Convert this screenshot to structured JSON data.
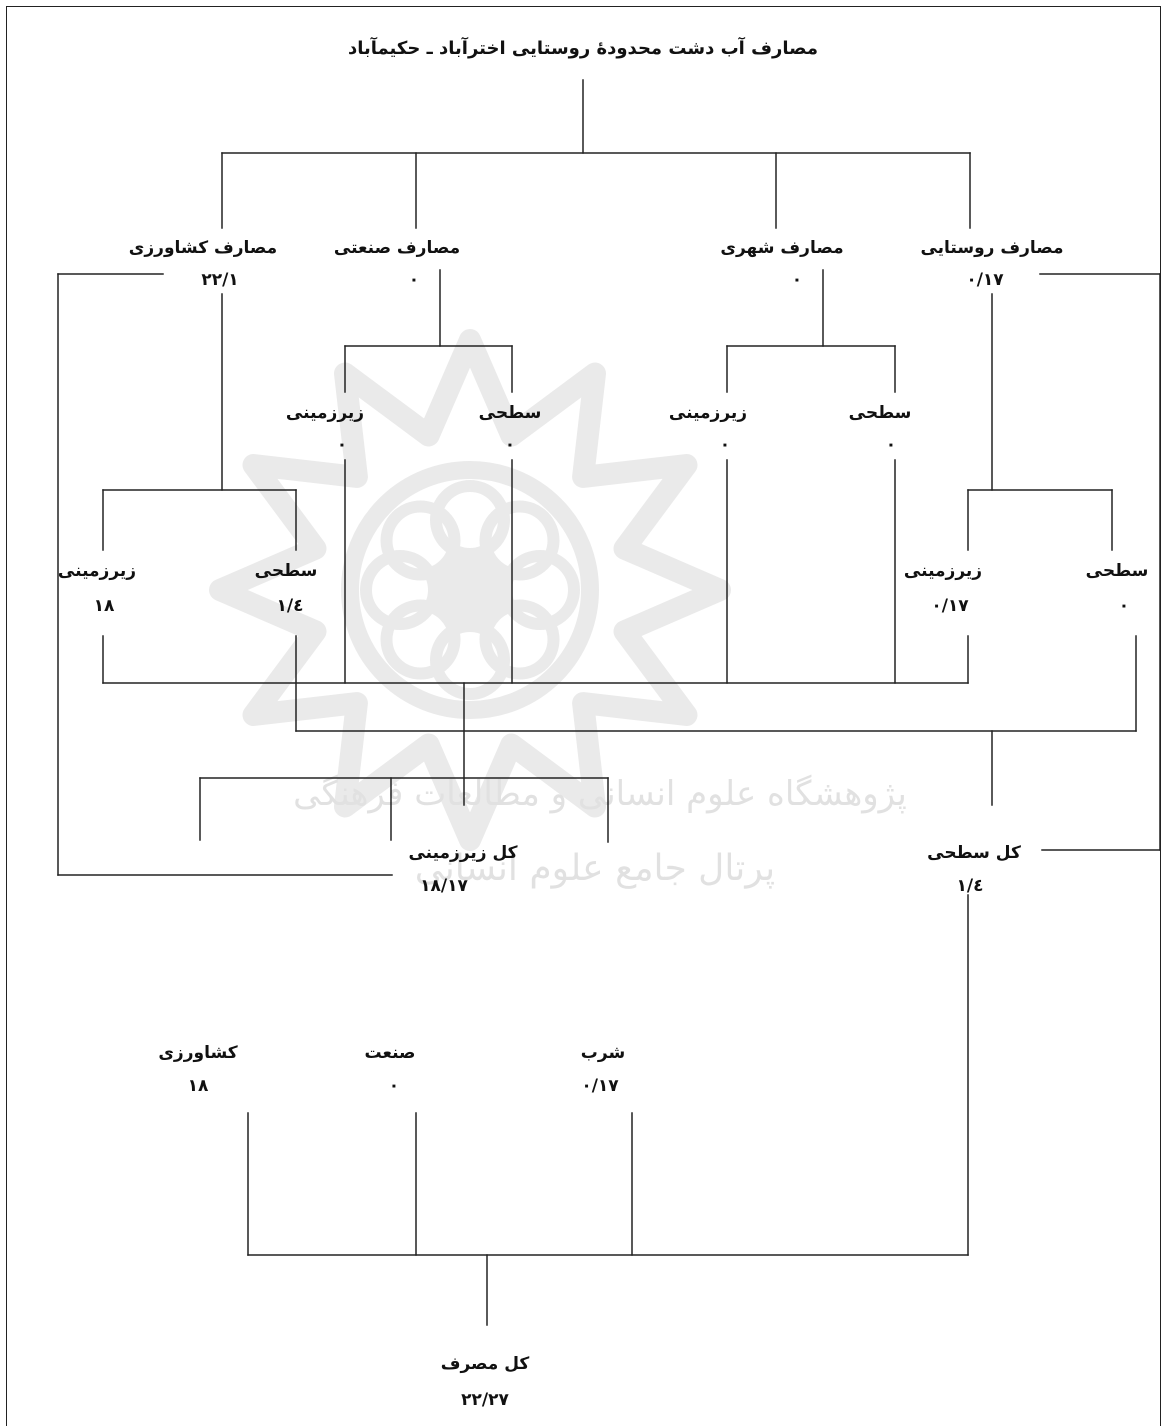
{
  "title": "مصارف آب دشت محدودۀ روستایی اخترآباد ـ حکیمآباد",
  "colors": {
    "line": "#222222",
    "watermark": "#d9d9d9",
    "text": "#111111"
  },
  "watermark": {
    "line1": "پژوهشگاه علوم انسانی و مطالعات فرهنگی",
    "line2": "پرتال جامع علوم انسانی"
  },
  "nodes": {
    "agri": {
      "name": "مصارف کشاورزی",
      "value": "۲۲/۱"
    },
    "ind": {
      "name": "مصارف صنعتی",
      "value": "۰"
    },
    "urban": {
      "name": "مصارف شهری",
      "value": "۰"
    },
    "rural": {
      "name": "مصارف روستایی",
      "value": "۰/۱۷"
    },
    "ind_ground": {
      "name": "زیرزمینی",
      "value": "۰"
    },
    "ind_surface": {
      "name": "سطحی",
      "value": "۰"
    },
    "urban_ground": {
      "name": "زیرزمینی",
      "value": "۰"
    },
    "urban_surface": {
      "name": "سطحی",
      "value": "۰"
    },
    "agri_ground": {
      "name": "زیرزمینی",
      "value": "۱۸"
    },
    "agri_surface": {
      "name": "سطحی",
      "value": "٤/۱"
    },
    "rural_ground": {
      "name": "زیرزمینی",
      "value": "۰/۱۷"
    },
    "rural_surface": {
      "name": "سطحی",
      "value": "۰"
    },
    "total_ground": {
      "name": "کل زیرزمینی",
      "value": "۱۸/۱۷"
    },
    "total_surface": {
      "name": "کل سطحی",
      "value": "٤/۱"
    },
    "farming": {
      "name": "کشاورزی",
      "value": "۱۸"
    },
    "industry": {
      "name": "صنعت",
      "value": "۰"
    },
    "drinking": {
      "name": "شرب",
      "value": "۰/۱۷"
    },
    "total": {
      "name": "کل مصرف",
      "value": "۲۲/۲۷"
    }
  }
}
